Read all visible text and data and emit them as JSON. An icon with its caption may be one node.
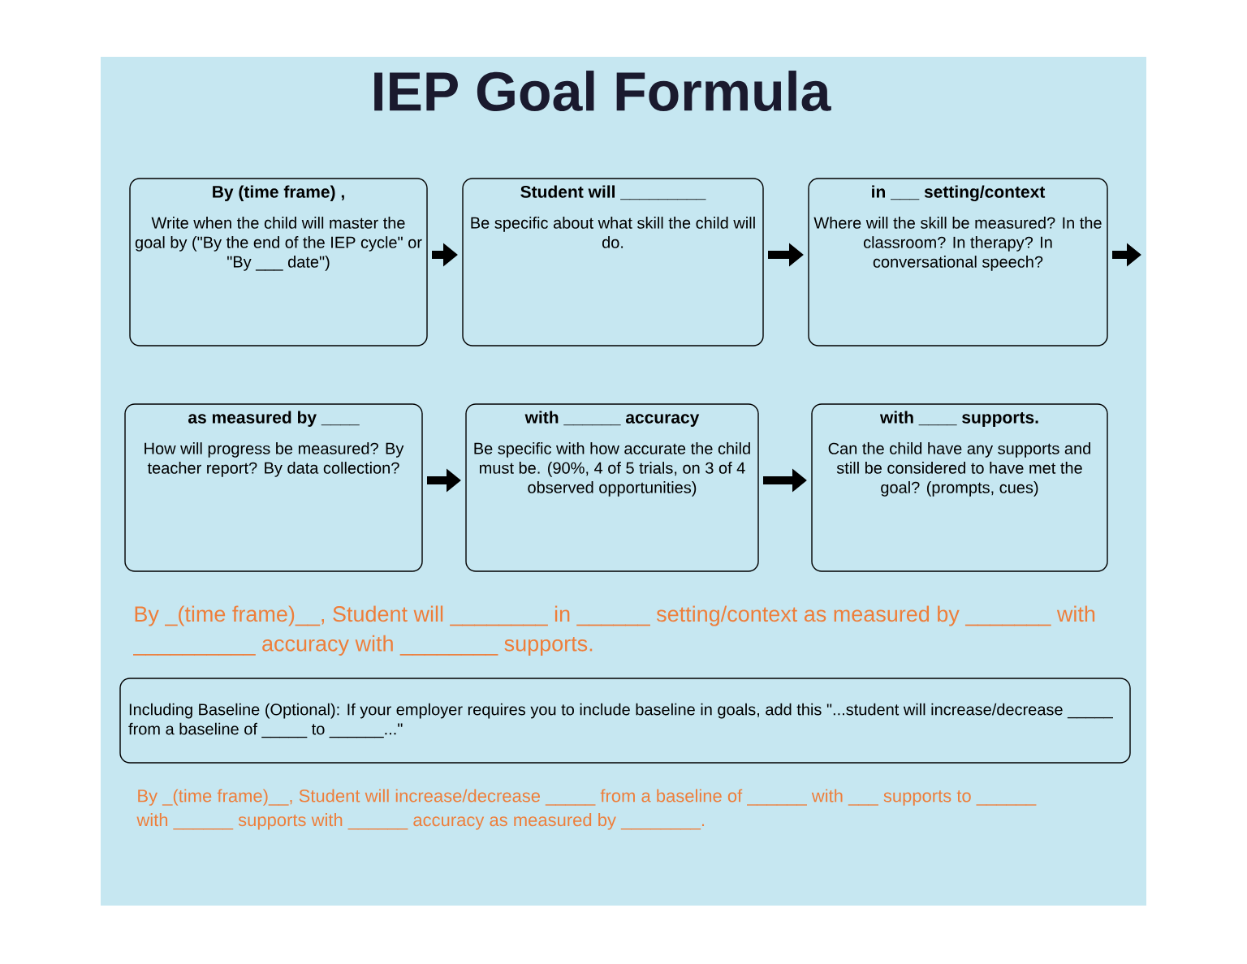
{
  "diagram": {
    "title": "IEP Goal Formula",
    "nodes": [
      {
        "text": [
          "By (time frame) ,",
          "Write when the child will master the goal by (\"By the end of the IEP cycle\" or \"By ___ date\")"
        ]
      },
      {
        "text": [
          "Student will _________",
          "Be specific about what skill the child will do."
        ]
      },
      {
        "text": [
          "in ___ setting/context",
          "Where will the skill be measured? In the classroom? In therapy? In conversational speech?"
        ]
      },
      {
        "text": [
          "as measured by ____",
          "How will progress be measured? By teacher report? By data collection?"
        ]
      },
      {
        "text": [
          "with ______ accuracy",
          "Be specific with how accurate the child must be. (90%, 4 of 5 trials, on 3 of 4 observed opportunities)"
        ]
      },
      {
        "text": [
          "with ____ supports.",
          "Can the child have any supports and still be considered to have met the goal? (prompts, cues)"
        ]
      },
      {
        "text": [
          "Including Baseline (Optional): If your employer requires you to include baseline in goals, add this \"...student will increase/decrease _____ from a baseline of _____ to ______...\""
        ]
      }
    ],
    "edges": [
      {
        "from": 0,
        "to": 1,
        "arrow": "to"
      },
      {
        "from": 1,
        "to": 2,
        "arrow": "to"
      },
      {
        "from": 2,
        "to": null,
        "arrow": "to"
      },
      {
        "from": 3,
        "to": 4,
        "arrow": "to"
      },
      {
        "from": 4,
        "to": 5,
        "arrow": "to"
      }
    ],
    "labels": [
      "By _(time frame)__, Student will ________ in ______ setting/context as measured by _______ with __________ accuracy with ________ supports.",
      "By _(time frame)__, Student will increase/decrease _____ from a baseline of ______ with ___ supports to ______ with ______ supports with ______ accuracy as measured by ________."
    ]
  }
}
